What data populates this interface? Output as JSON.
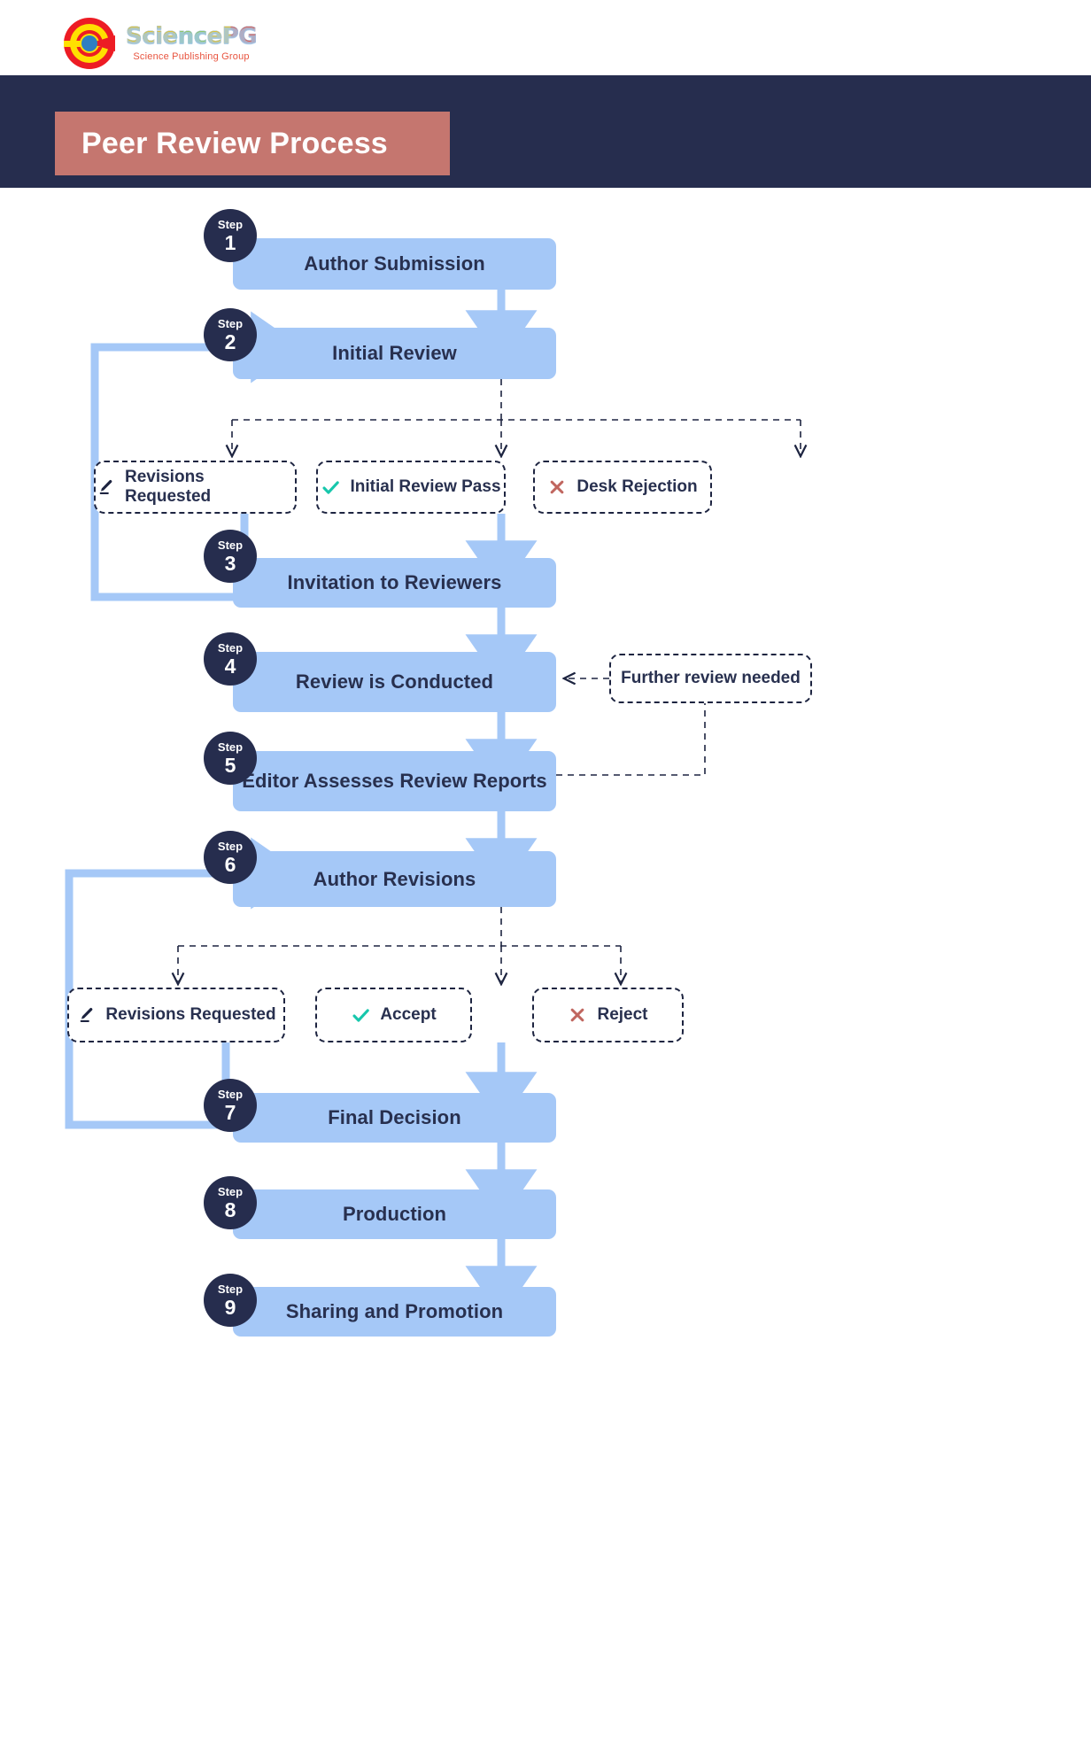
{
  "brand": {
    "name": "SciencePG",
    "tagline": "Science Publishing Group",
    "logo_icon": "sciencepg-circle-logo"
  },
  "header": {
    "title": "Peer Review Process",
    "band_color": "#262d4e",
    "chip_color": "#c5766f"
  },
  "colors": {
    "step_box": "#a5c8f7",
    "step_badge": "#262d4e",
    "text": "#28304f",
    "arrow_blue": "#a5c8f7",
    "arrow_dashed": "#1d2440",
    "accept_green": "#17c7ac",
    "reject_red": "#c0665f"
  },
  "steps": [
    {
      "badge": "Step",
      "number": "1",
      "label": "Author Submission"
    },
    {
      "badge": "Step",
      "number": "2",
      "label": "Initial Review"
    },
    {
      "badge": "Step",
      "number": "3",
      "label": "Invitation to Reviewers"
    },
    {
      "badge": "Step",
      "number": "4",
      "label": "Review is Conducted"
    },
    {
      "badge": "Step",
      "number": "5",
      "label": "Editor Assesses Review Reports"
    },
    {
      "badge": "Step",
      "number": "6",
      "label": "Author Revisions"
    },
    {
      "badge": "Step",
      "number": "7",
      "label": "Final Decision"
    },
    {
      "badge": "Step",
      "number": "8",
      "label": "Production"
    },
    {
      "badge": "Step",
      "number": "9",
      "label": "Sharing and Promotion"
    }
  ],
  "decisions_initial": [
    {
      "label": "Revisions Requested",
      "icon": "pencil-icon",
      "icon_color": "#1d2440"
    },
    {
      "label": "Initial Review Pass",
      "icon": "check-icon",
      "icon_color": "#17c7ac"
    },
    {
      "label": "Desk Rejection",
      "icon": "cross-icon",
      "icon_color": "#c0665f"
    }
  ],
  "decisions_final": [
    {
      "label": "Revisions Requested",
      "icon": "pencil-icon",
      "icon_color": "#1d2440"
    },
    {
      "label": "Accept",
      "icon": "check-icon",
      "icon_color": "#17c7ac"
    },
    {
      "label": "Reject",
      "icon": "cross-icon",
      "icon_color": "#c0665f"
    }
  ],
  "side_notes": [
    {
      "label": "Further review needed"
    }
  ]
}
